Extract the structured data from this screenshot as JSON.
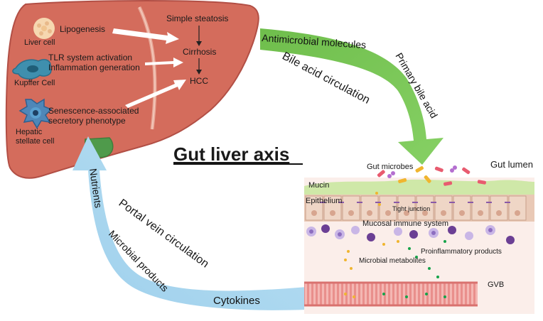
{
  "title": "Gut liver axis",
  "liver": {
    "cells": {
      "liver_cell": "Liver cell",
      "kupffer_cell": "Kupffer Cell",
      "hepatic_stellate_line1": "Hepatic",
      "hepatic_stellate_line2": "stellate cell"
    },
    "processes": {
      "lipogenesis": "Lipogenesis",
      "tlr_line1": "TLR system activation",
      "tlr_line2": "Inflammation generation",
      "sasp_line1": "Senescence-associated",
      "sasp_line2": "secretory phenotype"
    },
    "progression": [
      "Simple steatosis",
      "Cirrhosis",
      "HCC"
    ]
  },
  "arrows": {
    "liver_to_gut": {
      "label_on_arrow_1": "Antimicrobial molecules",
      "label_on_arrow_2": "Primary bile acid",
      "label_beside": "Bile acid circulation",
      "color": "#7cc659"
    },
    "gut_to_liver": {
      "label_on_arrow_1": "Nutrients",
      "label_on_arrow_2": "Microbial products",
      "label_on_arrow_3": "Cytokines",
      "label_beside": "Portal vein circulation",
      "color": "#a9d6ee"
    }
  },
  "gut": {
    "lumen": "Gut lumen",
    "microbes": "Gut microbes",
    "mucin": "Mucin",
    "epithelium": "Epithelium",
    "tight_junction": "Tight junction",
    "mucosal_immune": "Mucosal immune system",
    "proinflammatory": "Proinflammatory products",
    "metabolites": "Microbial metabolites",
    "gvb": "GVB"
  },
  "colors": {
    "liver": "#d2695a",
    "liver_dark": "#b9534a",
    "mucin": "#cfe8a8",
    "epithelium": "#e9c9b6",
    "vessel": "#e98a88"
  }
}
